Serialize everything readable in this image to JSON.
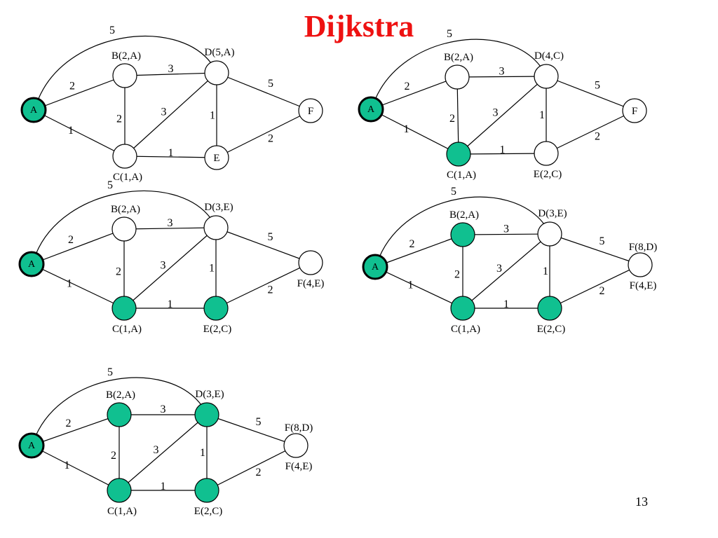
{
  "title": "Dijkstra",
  "page_number": "13",
  "colors": {
    "title": "#ee1111",
    "visited": "#10c090",
    "unvisited": "#ffffff",
    "edge": "#000000"
  },
  "graphs": [
    {
      "nodes": [
        {
          "id": "A",
          "label": "A",
          "visited": true
        },
        {
          "id": "B",
          "label": "B(2,A)",
          "visited": false
        },
        {
          "id": "D",
          "label": "D(5,A)",
          "visited": false
        },
        {
          "id": "C",
          "label": "C(1,A)",
          "visited": false
        },
        {
          "id": "E",
          "label": "E",
          "visited": false
        },
        {
          "id": "F",
          "label": "F",
          "visited": false
        }
      ],
      "edges": [
        {
          "from": "A",
          "to": "D",
          "weight": "5"
        },
        {
          "from": "A",
          "to": "B",
          "weight": "2"
        },
        {
          "from": "A",
          "to": "C",
          "weight": "1"
        },
        {
          "from": "B",
          "to": "D",
          "weight": "3"
        },
        {
          "from": "B",
          "to": "C",
          "weight": "2"
        },
        {
          "from": "C",
          "to": "D",
          "weight": "3"
        },
        {
          "from": "D",
          "to": "E",
          "weight": "1"
        },
        {
          "from": "D",
          "to": "F",
          "weight": "5"
        },
        {
          "from": "C",
          "to": "E",
          "weight": "1"
        },
        {
          "from": "E",
          "to": "F",
          "weight": "2"
        }
      ]
    },
    {
      "nodes": [
        {
          "id": "A",
          "label": "A",
          "visited": true
        },
        {
          "id": "B",
          "label": "B(2,A)",
          "visited": false
        },
        {
          "id": "D",
          "label": "D(4,C)",
          "visited": false
        },
        {
          "id": "C",
          "label": "C(1,A)",
          "visited": true
        },
        {
          "id": "E",
          "label": "E(2,C)",
          "visited": false
        },
        {
          "id": "F",
          "label": "F",
          "visited": false
        }
      ],
      "edges": [
        {
          "from": "A",
          "to": "D",
          "weight": "5"
        },
        {
          "from": "A",
          "to": "B",
          "weight": "2"
        },
        {
          "from": "A",
          "to": "C",
          "weight": "1"
        },
        {
          "from": "B",
          "to": "D",
          "weight": "3"
        },
        {
          "from": "B",
          "to": "C",
          "weight": "2"
        },
        {
          "from": "C",
          "to": "D",
          "weight": "3"
        },
        {
          "from": "D",
          "to": "E",
          "weight": "1"
        },
        {
          "from": "D",
          "to": "F",
          "weight": "5"
        },
        {
          "from": "C",
          "to": "E",
          "weight": "1"
        },
        {
          "from": "E",
          "to": "F",
          "weight": "2"
        }
      ]
    },
    {
      "nodes": [
        {
          "id": "A",
          "label": "A",
          "visited": true
        },
        {
          "id": "B",
          "label": "B(2,A)",
          "visited": false
        },
        {
          "id": "D",
          "label": "D(3,E)",
          "visited": false
        },
        {
          "id": "C",
          "label": "C(1,A)",
          "visited": true
        },
        {
          "id": "E",
          "label": "E(2,C)",
          "visited": true
        },
        {
          "id": "F",
          "label": "F(4,E)",
          "visited": false
        }
      ],
      "edges": [
        {
          "from": "A",
          "to": "D",
          "weight": "5"
        },
        {
          "from": "A",
          "to": "B",
          "weight": "2"
        },
        {
          "from": "A",
          "to": "C",
          "weight": "1"
        },
        {
          "from": "B",
          "to": "D",
          "weight": "3"
        },
        {
          "from": "B",
          "to": "C",
          "weight": "2"
        },
        {
          "from": "C",
          "to": "D",
          "weight": "3"
        },
        {
          "from": "D",
          "to": "E",
          "weight": "1"
        },
        {
          "from": "D",
          "to": "F",
          "weight": "5"
        },
        {
          "from": "C",
          "to": "E",
          "weight": "1"
        },
        {
          "from": "E",
          "to": "F",
          "weight": "2"
        }
      ]
    },
    {
      "nodes": [
        {
          "id": "A",
          "label": "A",
          "visited": true
        },
        {
          "id": "B",
          "label": "B(2,A)",
          "visited": true
        },
        {
          "id": "D",
          "label": "D(3,E)",
          "visited": false
        },
        {
          "id": "C",
          "label": "C(1,A)",
          "visited": true
        },
        {
          "id": "E",
          "label": "E(2,C)",
          "visited": true
        },
        {
          "id": "F",
          "label": "F(8,D)",
          "label2": "F(4,E)",
          "visited": false
        }
      ],
      "edges": [
        {
          "from": "A",
          "to": "D",
          "weight": "5"
        },
        {
          "from": "A",
          "to": "B",
          "weight": "2"
        },
        {
          "from": "A",
          "to": "C",
          "weight": "1"
        },
        {
          "from": "B",
          "to": "D",
          "weight": "3"
        },
        {
          "from": "B",
          "to": "C",
          "weight": "2"
        },
        {
          "from": "C",
          "to": "D",
          "weight": "3"
        },
        {
          "from": "D",
          "to": "E",
          "weight": "1"
        },
        {
          "from": "D",
          "to": "F",
          "weight": "5"
        },
        {
          "from": "C",
          "to": "E",
          "weight": "1"
        },
        {
          "from": "E",
          "to": "F",
          "weight": "2"
        }
      ]
    },
    {
      "nodes": [
        {
          "id": "A",
          "label": "A",
          "visited": true
        },
        {
          "id": "B",
          "label": "B(2,A)",
          "visited": true
        },
        {
          "id": "D",
          "label": "D(3,E)",
          "visited": true
        },
        {
          "id": "C",
          "label": "C(1,A)",
          "visited": true
        },
        {
          "id": "E",
          "label": "E(2,C)",
          "visited": true
        },
        {
          "id": "F",
          "label": "F(8,D)",
          "label2": "F(4,E)",
          "visited": false
        }
      ],
      "edges": [
        {
          "from": "A",
          "to": "D",
          "weight": "5"
        },
        {
          "from": "A",
          "to": "B",
          "weight": "2"
        },
        {
          "from": "A",
          "to": "C",
          "weight": "1"
        },
        {
          "from": "B",
          "to": "D",
          "weight": "3"
        },
        {
          "from": "B",
          "to": "C",
          "weight": "2"
        },
        {
          "from": "C",
          "to": "D",
          "weight": "3"
        },
        {
          "from": "D",
          "to": "E",
          "weight": "1"
        },
        {
          "from": "D",
          "to": "F",
          "weight": "5"
        },
        {
          "from": "C",
          "to": "E",
          "weight": "1"
        },
        {
          "from": "E",
          "to": "F",
          "weight": "2"
        }
      ]
    }
  ]
}
